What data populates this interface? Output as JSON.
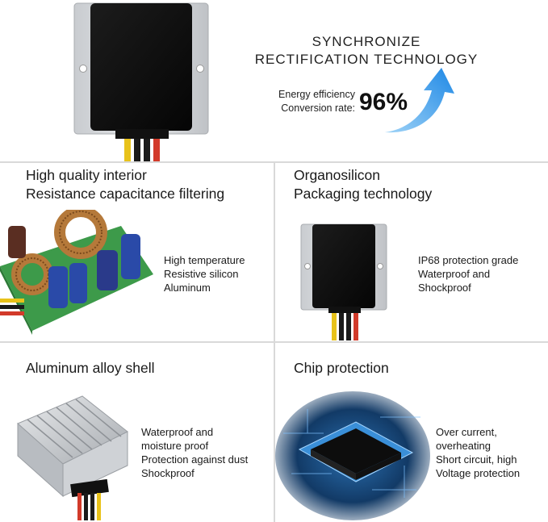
{
  "hero": {
    "title_line1": "SYNCHRONIZE",
    "title_line2": "RECTIFICATION TECHNOLOGY",
    "efficiency_label1": "Energy efficiency",
    "efficiency_label2": "Conversion rate:",
    "efficiency_value": "96%",
    "arrow_color": "#3aa0e8"
  },
  "panels": [
    {
      "title_line1": "High quality interior",
      "title_line2": "Resistance capacitance filtering",
      "desc": [
        "High temperature",
        "Resistive silicon",
        "Aluminum"
      ]
    },
    {
      "title_line1": "Organosilicon",
      "title_line2": "Packaging technology",
      "desc": [
        "IP68 protection grade",
        "Waterproof and",
        "Shockproof"
      ]
    },
    {
      "title_line1": "Aluminum alloy shell",
      "desc": [
        "Waterproof and",
        "moisture proof",
        "Protection against dust",
        "Shockproof"
      ]
    },
    {
      "title_line1": "Chip protection",
      "desc": [
        "Over current,",
        "overheating",
        "Short circuit, high",
        "Voltage protection"
      ]
    }
  ],
  "wire_colors": [
    "#e8c21a",
    "#1a1a1a",
    "#1a1a1a",
    "#d23a2a"
  ]
}
